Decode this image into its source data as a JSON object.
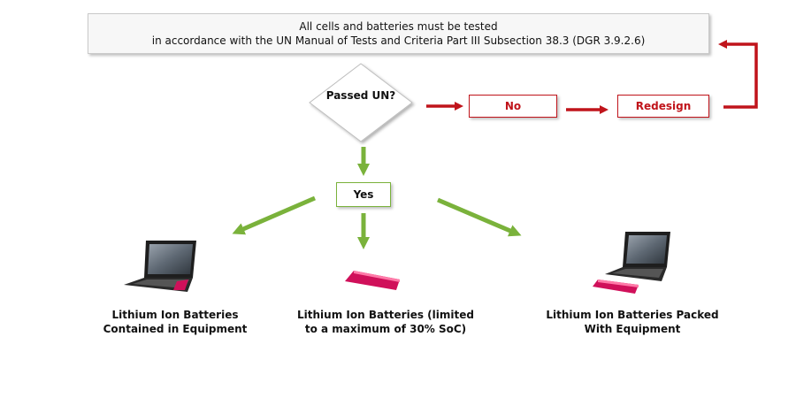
{
  "header": {
    "line1": "All cells and batteries must be tested",
    "line2": "in accordance with the UN Manual of Tests and Criteria Part III Subsection 38.3 (DGR 3.9.2.6)"
  },
  "decision": {
    "label": "Passed UN?"
  },
  "no_box": {
    "label": "No"
  },
  "redesign_box": {
    "label": "Redesign"
  },
  "yes_box": {
    "label": "Yes"
  },
  "outcomes": [
    {
      "line1": "Lithium Ion Batteries",
      "line2": "Contained in Equipment",
      "icon": "laptop-with-battery-icon"
    },
    {
      "line1": "Lithium Ion Batteries (limited",
      "line2": "to a maximum of 30% SoC)",
      "icon": "battery-pack-icon"
    },
    {
      "line1": "Lithium Ion Batteries Packed",
      "line2": "With Equipment",
      "icon": "laptop-and-battery-icon"
    }
  ],
  "colors": {
    "red": "#c0141b",
    "green": "#7ab23b",
    "battery": "#d0105a"
  }
}
